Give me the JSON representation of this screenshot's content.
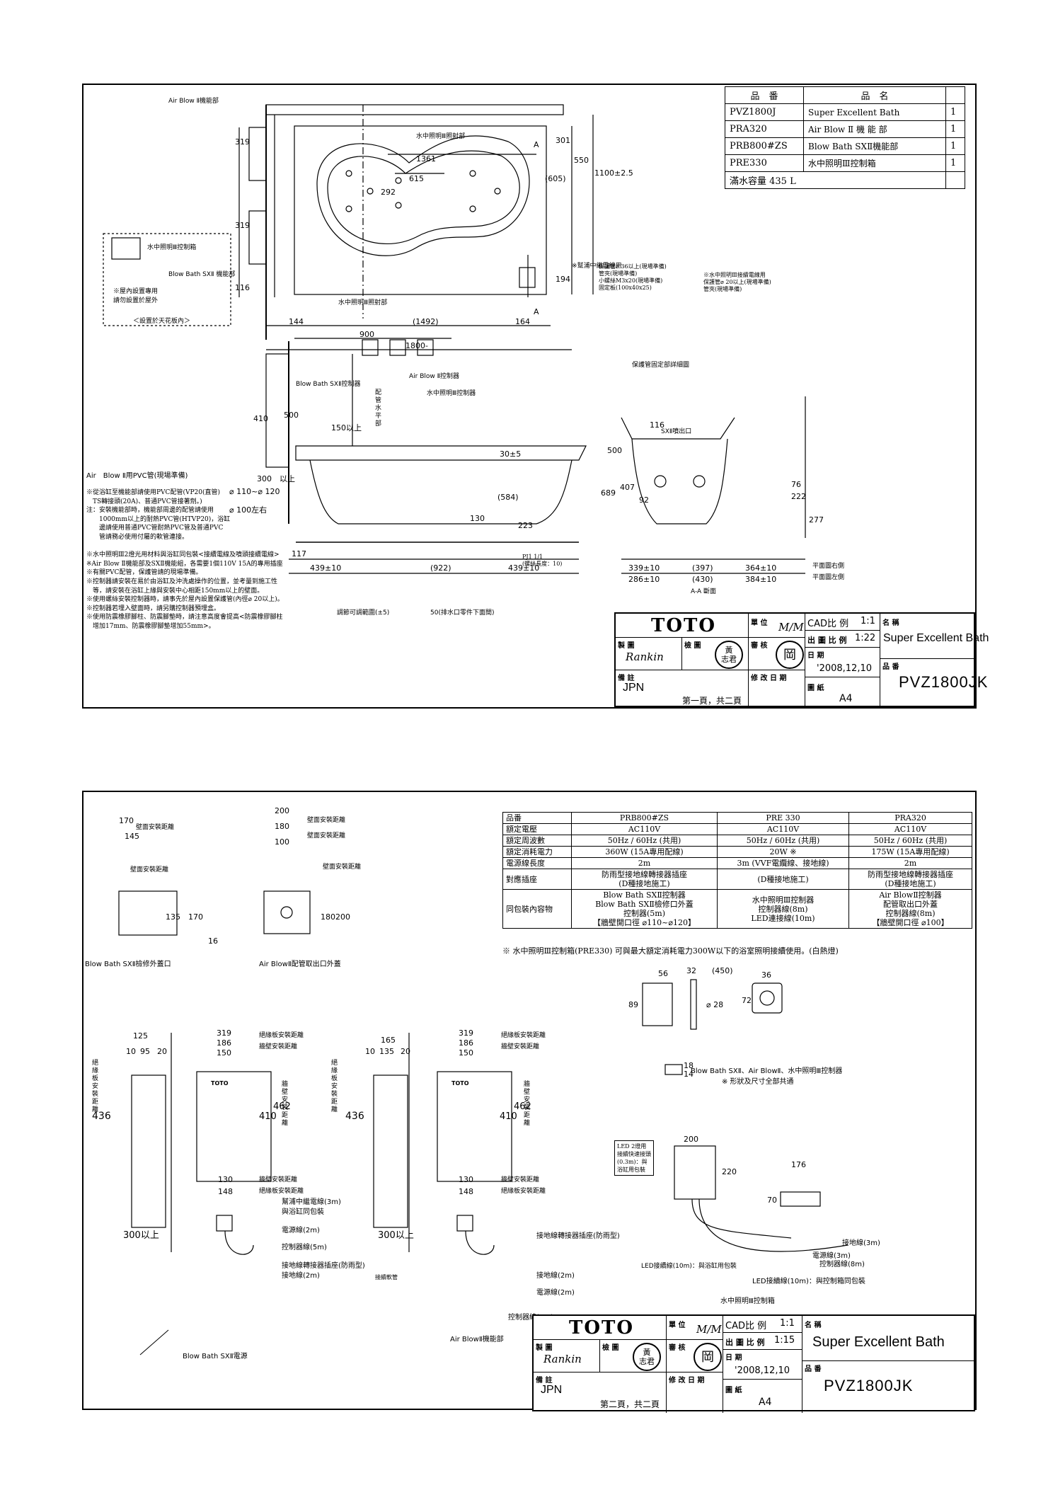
{
  "sheet1": {
    "parts_header": {
      "code": "品　番",
      "name": "品　名"
    },
    "parts": [
      {
        "code": "PVZ1800J",
        "name": "Super Excellent Bath",
        "qty": "1"
      },
      {
        "code": "PRA320",
        "name": "Air Blow Ⅱ 機 能 部",
        "qty": "1"
      },
      {
        "code": "PRB800#ZS",
        "name": "Blow Bath SXⅡ機能部",
        "qty": "1"
      },
      {
        "code": "PRE330",
        "name": "水中照明Ⅲ控制箱",
        "qty": "1"
      }
    ],
    "capacity": "滿水容量 435 L",
    "labels": {
      "airblow_unit": "Air Blow Ⅱ機能部",
      "blowbath_unit": "Blow Bath SXⅡ 機能部",
      "light_emit_top": "水中照明Ⅲ照射部",
      "light_emit_bottom": "水中照明Ⅲ照射部",
      "light_ctrl_box": "水中照明Ⅲ控制箱",
      "indoor_note": "※屋內設置專用\n請勿設置於屋外",
      "ceiling_note": "＜設置於天花板內＞",
      "bb_ctrl": "Blow Bath SXⅡ控制器",
      "ab_ctrl": "Air Blow Ⅱ控制器",
      "light_ctrl": "水中照明Ⅲ控制器",
      "pipe_vertical": "配管水平部",
      "pvc_label": "Air　Blow Ⅱ用PVC管(現場準備)",
      "sx_outlet": "SXⅡ噴出口",
      "relay_title": "※幫浦中繼電線用",
      "relay_items": "保護管⌀ 36以上(現場準備)\n管夾(現場準備)\n小螺絲M3x20(現場準備)\n固定板(100x40x25)",
      "relay_right": "※水中照明Ⅲ接續電線用\n保護管⌀ 20以上(現場準備)\n管夾(現場準備)",
      "protect_detail": "保護管固定部詳細圖",
      "pj": "PJ1 1/1\n(螺絲長度：10)",
      "adjust": "調節可調範圍(±5)",
      "drain_under": "50(排水口零件下面間)",
      "section": "A-A 斷面",
      "flat_right": "平面圖右側",
      "flat_left": "平面圖左側",
      "cut_a": "A"
    },
    "dims": {
      "d319a": "319",
      "d319b": "319",
      "d116": "116",
      "d301": "301",
      "d550": "550",
      "d1361": "1361",
      "d615": "615",
      "d292": "292",
      "d605": "(605)",
      "d1100": "1100±2.5",
      "d194": "194",
      "d144": "144",
      "d1492": "(1492)",
      "d164": "164",
      "d900": "900",
      "d1800": "1800-",
      "d410": "410",
      "d500": "500",
      "d150": "150以上",
      "d300": "300　以上",
      "d110": "⌀ 110~⌀ 120",
      "d100": "⌀ 100左右",
      "d30": "30±5",
      "d584": "(584)",
      "d130": "130",
      "d223": "223",
      "d117": "117",
      "d439a": "439±10",
      "d922": "(922)",
      "d439b": "439±10",
      "d116b": "116",
      "d500b": "500",
      "d689": "689",
      "d407": "407",
      "d92": "92",
      "d76": "76",
      "d222": "222",
      "d277": "277",
      "d339": "339±10",
      "d397": "(397)",
      "d364": "364±10",
      "d286": "286±10",
      "d430": "(430)",
      "d384": "384±10"
    },
    "notes": "※從浴缸至機能部請使用PVC配管(VP20(直管)\n　TS轉接頭(20A)、普通PVC管接著劑。)\n注：安裝機能部時，機能部周邊的配管請使用\n　　1000mm以上的耐熱PVC管(HTVP20)，浴缸\n　　邊請使用普通PVC管耐熱PVC管及普通PVC\n　　管請務必使用付屬的軟管連接。\n\n※水中照明Ⅲ2燈光用材料與浴缸同包裝<接續電線及噴頭接續電線>\n※Air Blow Ⅱ機能部及SXⅡ機能組，各需要1個110V 15A的專用插座\n※有關PVC配管，保護管請的現場準備。\n※控制器請安裝在易於由浴缸及沖洗處操作的位置，並考量到施工性\n　等，請安裝在浴缸上緣與安裝中心相距150mm以上的壁面。\n※使用螺絲安裝控制器時，請事先於屋內設置保護管(內徑⌀ 20以上)。\n※控制器若埋入壁面時，請另購控制器預埋盒。\n※使用防震橡膠腳柱、防震腳墊時，請注意高度會提高<防震橡膠腳柱\n　增加17mm、防震橡膠腳墊增加55mm>。",
    "title_block": {
      "brand": "TOTO",
      "unit_label": "單 位",
      "unit": "M/M",
      "cad_label": "CAD比 例",
      "cad": "1:1",
      "name_label": "名 稱",
      "product": "Super Excellent Bath",
      "make_label": "製 圖",
      "check_label": "檢 圖",
      "review_label": "審 核",
      "maker": "Rankin",
      "checker": "黃\n志君",
      "reviewer": "岡",
      "print_label": "出 圖 比 例",
      "print_scale": "1:22",
      "date_label": "日 期",
      "date": "'2008,12,10",
      "code_label": "品 番",
      "code": "PVZ1800JK",
      "remark_label": "備 註",
      "remark": "JPN",
      "rev_label": "修 改 日 期",
      "paper_label": "圖 紙",
      "paper": "A4",
      "page": "第一頁，共二頁"
    }
  },
  "sheet2": {
    "spec_header": [
      "品番",
      "PRB800#ZS",
      "PRE 330",
      "PRA320"
    ],
    "spec_rows": [
      [
        "額定電壓",
        "AC110V",
        "AC110V",
        "AC110V"
      ],
      [
        "額定周波數",
        "50Hz / 60Hz (共用)",
        "50Hz / 60Hz (共用)",
        "50Hz / 60Hz (共用)"
      ],
      [
        "額定消耗電力",
        "360W (15A專用配線)",
        "20W ※",
        "175W (15A專用配線)"
      ],
      [
        "電源線長度",
        "2m",
        "3m (VVF電纜線、接地線)",
        "2m"
      ],
      [
        "對應插座",
        "防雨型接地線轉接器插座\n(D種接地施工)",
        "(D種接地施工)",
        "防雨型接地線轉接器插座\n(D種接地施工)"
      ],
      [
        "同包裝內容物",
        "Blow Bath SXⅡ控制器\nBlow Bath SXⅡ檢修口外蓋\n控制器(5m)\n【牆壁開口徑 ⌀110~⌀120】",
        "水中照明Ⅲ控制器\n控制器線(8m)\nLED連接線(10m)",
        "Air BlowⅡ控制器\n配管取出口外蓋\n控制器線(8m)\n【牆壁開口徑 ⌀100】"
      ]
    ],
    "spec_note": "※ 水中照明Ⅲ控制箱(PRE330) 可與最大額定消耗電力300W以下的浴室照明接續使用。(白熱燈)",
    "labels": {
      "bb_cover": "Blow Bath SXⅡ檢修外蓋口",
      "ab_cover": "Air BlowⅡ配管取出口外蓋",
      "wall_dist": "壁面安裝距離",
      "insul_dist": "絕緣板安裝距離",
      "wall_mount": "牆壁安裝距離",
      "insul_v": "絕緣板安裝距離",
      "wall_v": "牆壁安裝距離",
      "relay": "幫浦中繼電線(3m)",
      "same_pack": "與浴缸同包裝",
      "power2": "電源線(2m)",
      "ctrl5": "控制器線(5m)",
      "ground_plug": "接地線轉接器插座(防雨型)",
      "ground2": "接地線(2m)",
      "flex": "接續軟管",
      "ground_plug2": "接地線轉接器插座(防雨型)",
      "ground2b": "接地線(2m)",
      "power2b": "電源線(2m)",
      "ctrl8": "控制器線(8m)",
      "bb_power": "Blow Bath SXⅡ電源",
      "ab_unit": "Air BlowⅡ機能部",
      "controllers": "Blow Bath SXⅡ、Air BlowⅡ、水中照明Ⅲ控制器",
      "same_shape": "※ 形狀及尺寸全部共通",
      "led_box": "LED 2燈用\n接續快速接頭\n(0.3m)：與\n浴缸用包裝",
      "led_line": "LED接續線(10m)：與浴缸用包裝",
      "ground3": "接地線(3m)",
      "power3": "電源線(3m)",
      "ctrl8b": "控制器線(8m)",
      "led10": "LED接續線(10m)：與控制箱同包裝",
      "light_box": "水中照明Ⅲ控制箱",
      "over300a": "300以上",
      "over300b": "300以上",
      "toto": "TOTO"
    },
    "dims": {
      "d170": "170",
      "d145": "145",
      "d135": "135",
      "d170b": "170",
      "d16": "16",
      "d200": "200",
      "d180": "180",
      "d100": "100",
      "d180b": "180",
      "d200b": "200",
      "d125": "125",
      "d10a": "10",
      "d95": "95",
      "d20a": "20",
      "d319a": "319",
      "d186a": "186",
      "d150a": "150",
      "d436a": "436",
      "d410a": "410",
      "d462a": "462",
      "d130a": "130",
      "d148a": "148",
      "d165": "165",
      "d10b": "10",
      "d135b": "135",
      "d20b": "20",
      "d319b": "319",
      "d186b": "186",
      "d150b": "150",
      "d436b": "436",
      "d410b": "410",
      "d462b": "462",
      "d130b": "130",
      "d148b": "148",
      "d56": "56",
      "d89": "89",
      "d32": "32",
      "d450": "(450)",
      "d28": "⌀ 28",
      "d36": "36",
      "d72": "72",
      "d18": "18",
      "d14": "14",
      "d200c": "200",
      "d220": "220",
      "d176": "176",
      "d70": "70"
    },
    "title_block": {
      "brand": "TOTO",
      "unit_label": "單 位",
      "unit": "M/M",
      "cad_label": "CAD比 例",
      "cad": "1:1",
      "name_label": "名 稱",
      "product": "Super Excellent Bath",
      "make_label": "製 圖",
      "check_label": "檢 圖",
      "review_label": "審 核",
      "maker": "Rankin",
      "checker": "黃\n志君",
      "reviewer": "岡",
      "print_label": "出 圖 比 例",
      "print_scale": "1:15",
      "date_label": "日 期",
      "date": "'2008,12,10",
      "code_label": "品 番",
      "code": "PVZ1800JK",
      "remark_label": "備 註",
      "remark": "JPN",
      "rev_label": "修 改 日 期",
      "paper_label": "圖 紙",
      "paper": "A4",
      "page": "第二頁，共二頁"
    }
  }
}
